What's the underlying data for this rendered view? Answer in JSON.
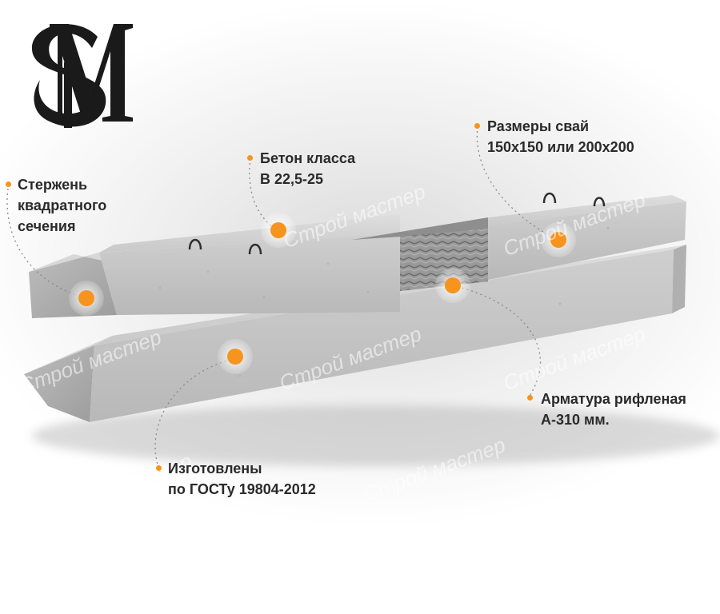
{
  "brand": {
    "logo_letters": "SM"
  },
  "watermark_text": "Строй мастер",
  "callouts": {
    "rod": {
      "lines": [
        "Стержень",
        "квадратного",
        "сечения"
      ]
    },
    "concrete": {
      "lines": [
        "Бетон класса",
        "В 22,5-25"
      ]
    },
    "sizes": {
      "lines": [
        "Размеры свай",
        "150х150 или 200х200"
      ]
    },
    "rebar": {
      "lines": [
        "Арматура рифленая",
        "А-310 мм."
      ]
    },
    "standard": {
      "lines": [
        "Изготовлены",
        "по ГОСТу 19804-2012"
      ]
    }
  },
  "colors": {
    "accent": "#f7941d",
    "text": "#2a2a2a",
    "concrete": "#c8c8c8",
    "logo": "#1a1a1a"
  }
}
